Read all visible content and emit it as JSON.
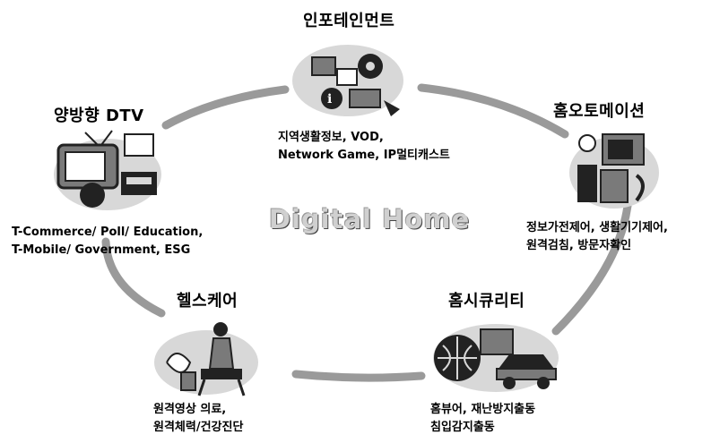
{
  "center_label": "Digital Home",
  "nodes": {
    "infotainment": {
      "title": "인포테인먼트",
      "lines": [
        "지역생활정보, VOD,",
        "Network Game, IP멀티캐스트"
      ]
    },
    "home_automation": {
      "title": "홈오토메이션",
      "lines": [
        "정보가전제어, 생활기기제어,",
        "원격검침, 방문자확인"
      ]
    },
    "home_security": {
      "title": "홈시큐리티",
      "lines": [
        "홈뷰어, 재난방지출동",
        "침입감지출동"
      ]
    },
    "healthcare": {
      "title": "헬스케어",
      "lines": [
        "원격영상 의료,",
        "원격체력/건강진단"
      ]
    },
    "interactive_dtv": {
      "title": "양방향 DTV",
      "lines": [
        "T-Commerce/ Poll/ Education,",
        "T-Mobile/ Government, ESG"
      ]
    }
  },
  "colors": {
    "ring": "#9a9a9a",
    "clipart_dark": "#222222",
    "clipart_mid": "#7a7a7a",
    "clipart_light": "#d8d8d8"
  }
}
